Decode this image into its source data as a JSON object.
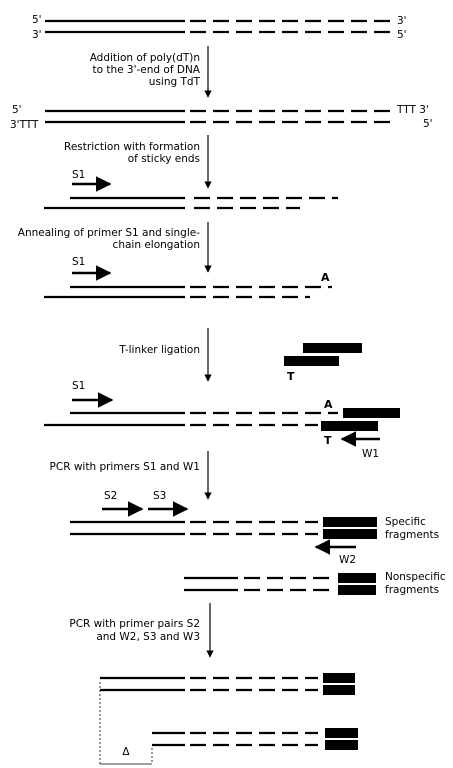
{
  "step1": {
    "top_5p": "5'",
    "top_3p": "3'",
    "bot_3p": "3'",
    "bot_5p": "5'"
  },
  "arrow1": {
    "line1": "Addition of poly(dT)n",
    "line2": "to the 3'-end of DNA",
    "line3": "using TdT"
  },
  "step2": {
    "top_5p": "5'",
    "top_tail": "TTT 3'",
    "bot_tail": "3'TTT",
    "bot_5p": "5'"
  },
  "arrow2": {
    "line1": "Restriction with formation",
    "line2": "of sticky ends"
  },
  "step3": {
    "primer": "S1"
  },
  "arrow3": {
    "line1": "Annealing of primer S1 and single-",
    "line2": "chain elongation"
  },
  "step4": {
    "primer": "S1",
    "overhang": "A"
  },
  "arrow4": {
    "line1": "T-linker ligation",
    "linker_t": "T"
  },
  "step5": {
    "primer": "S1",
    "overhang": "A",
    "linker_t": "T",
    "primer_w1": "W1"
  },
  "arrow5": {
    "line1": "PCR with primers S1 and W1"
  },
  "step6": {
    "primer_s2": "S2",
    "primer_s3": "S3",
    "specific_1": "Specific",
    "specific_2": "fragments",
    "primer_w2": "W2",
    "nonspecific_1": "Nonspecific",
    "nonspecific_2": "fragments"
  },
  "arrow6": {
    "line1": "PCR with primer pairs S2",
    "line2": "and W2, S3 and W3"
  },
  "step7": {
    "delta": "Δ"
  }
}
